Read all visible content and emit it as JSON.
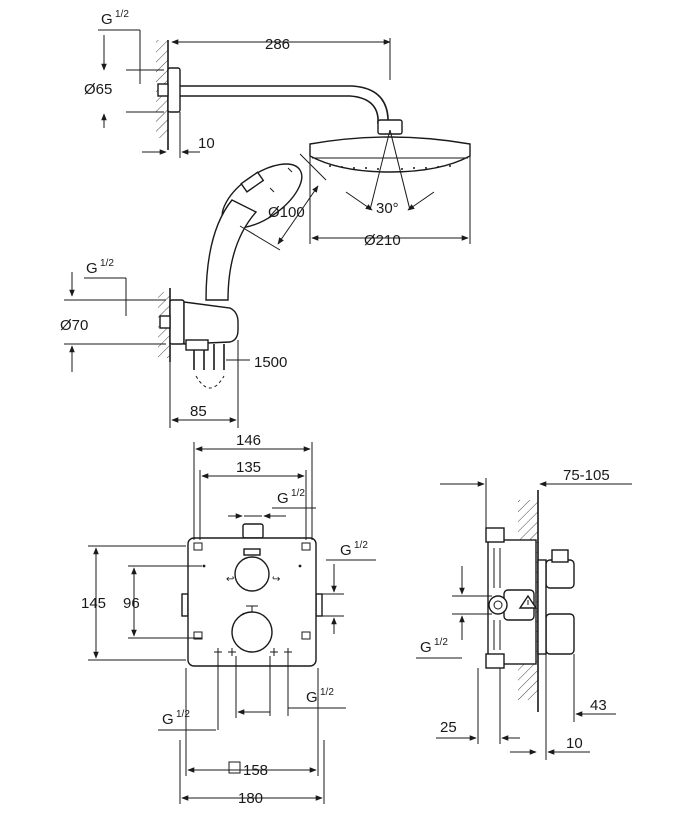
{
  "labels": {
    "g_half": "G",
    "half": "1/2",
    "arm_length": "286",
    "flange_dia": "Ø65",
    "wall_gap": "10",
    "hand_shower_dia": "Ø100",
    "angle": "30°",
    "head_shower_dia": "Ø210",
    "outlet_dia": "Ø70",
    "hose_length": "1500",
    "outlet_depth": "85",
    "box_width_outer": "146",
    "box_width_inner": "135",
    "box_height_outer": "145",
    "box_height_inner": "96",
    "plate_square": "158",
    "plate_width": "180",
    "install_depth": "75-105",
    "side_25": "25",
    "side_43": "43",
    "side_10": "10"
  }
}
